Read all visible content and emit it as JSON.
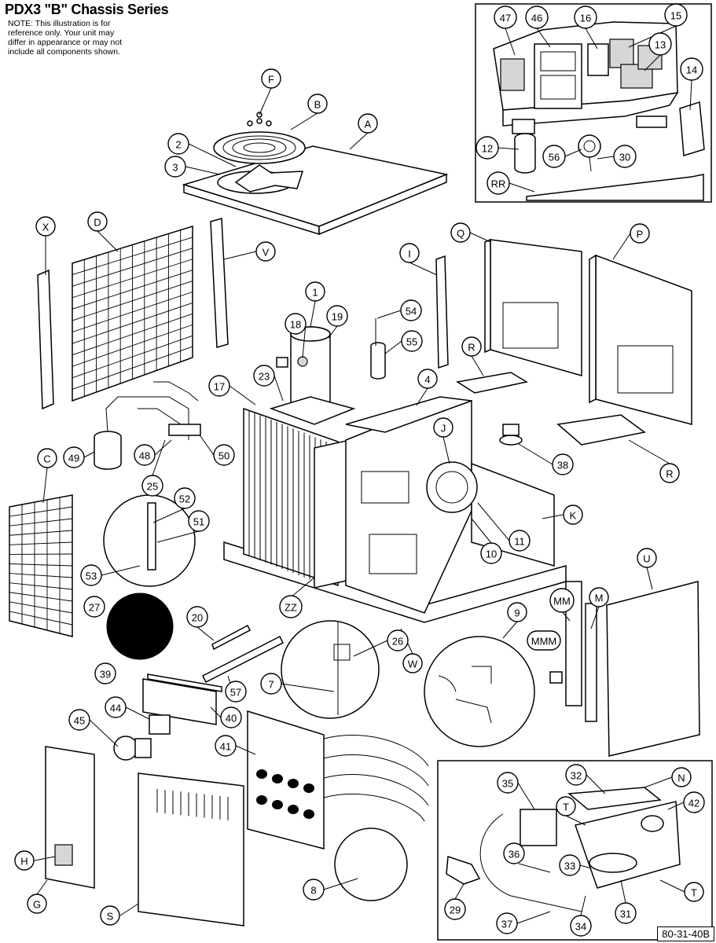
{
  "title": "PDX3 \"B\" Chassis Series",
  "note": [
    "NOTE: This illustration is for",
    "reference only. Your unit may",
    "differ in appearance or may not",
    "include all components shown."
  ],
  "drawing_code": "80-31-40B",
  "callouts": [
    {
      "id": "c-47",
      "label": "47"
    },
    {
      "id": "c-46",
      "label": "46"
    },
    {
      "id": "c-16",
      "label": "16"
    },
    {
      "id": "c-15",
      "label": "15"
    },
    {
      "id": "c-13",
      "label": "13"
    },
    {
      "id": "c-14",
      "label": "14"
    },
    {
      "id": "c-12",
      "label": "12"
    },
    {
      "id": "c-56",
      "label": "56"
    },
    {
      "id": "c-30",
      "label": "30"
    },
    {
      "id": "c-RR",
      "label": "RR"
    },
    {
      "id": "c-F",
      "label": "F"
    },
    {
      "id": "c-B",
      "label": "B"
    },
    {
      "id": "c-A",
      "label": "A"
    },
    {
      "id": "c-2",
      "label": "2"
    },
    {
      "id": "c-3",
      "label": "3"
    },
    {
      "id": "c-X",
      "label": "X"
    },
    {
      "id": "c-D",
      "label": "D"
    },
    {
      "id": "c-V",
      "label": "V"
    },
    {
      "id": "c-I",
      "label": "I"
    },
    {
      "id": "c-Q",
      "label": "Q"
    },
    {
      "id": "c-P",
      "label": "P"
    },
    {
      "id": "c-1",
      "label": "1"
    },
    {
      "id": "c-18",
      "label": "18"
    },
    {
      "id": "c-19",
      "label": "19"
    },
    {
      "id": "c-54",
      "label": "54"
    },
    {
      "id": "c-55",
      "label": "55"
    },
    {
      "id": "c-R1",
      "label": "R"
    },
    {
      "id": "c-R2",
      "label": "R"
    },
    {
      "id": "c-4",
      "label": "4"
    },
    {
      "id": "c-J",
      "label": "J"
    },
    {
      "id": "c-38",
      "label": "38"
    },
    {
      "id": "c-17",
      "label": "17"
    },
    {
      "id": "c-23",
      "label": "23"
    },
    {
      "id": "c-49",
      "label": "49"
    },
    {
      "id": "c-48",
      "label": "48"
    },
    {
      "id": "c-50",
      "label": "50"
    },
    {
      "id": "c-25",
      "label": "25"
    },
    {
      "id": "c-C",
      "label": "C"
    },
    {
      "id": "c-52",
      "label": "52"
    },
    {
      "id": "c-51",
      "label": "51"
    },
    {
      "id": "c-53",
      "label": "53"
    },
    {
      "id": "c-K",
      "label": "K"
    },
    {
      "id": "c-11",
      "label": "11"
    },
    {
      "id": "c-10",
      "label": "10"
    },
    {
      "id": "c-U",
      "label": "U"
    },
    {
      "id": "c-27",
      "label": "27"
    },
    {
      "id": "c-ZZ",
      "label": "ZZ"
    },
    {
      "id": "c-20",
      "label": "20"
    },
    {
      "id": "c-26",
      "label": "26"
    },
    {
      "id": "c-W",
      "label": "W"
    },
    {
      "id": "c-9",
      "label": "9"
    },
    {
      "id": "c-MM",
      "label": "MM"
    },
    {
      "id": "c-M",
      "label": "M"
    },
    {
      "id": "c-MMM",
      "label": "MMM"
    },
    {
      "id": "c-39",
      "label": "39"
    },
    {
      "id": "c-57",
      "label": "57"
    },
    {
      "id": "c-7",
      "label": "7"
    },
    {
      "id": "c-44",
      "label": "44"
    },
    {
      "id": "c-40",
      "label": "40"
    },
    {
      "id": "c-45",
      "label": "45"
    },
    {
      "id": "c-41",
      "label": "41"
    },
    {
      "id": "c-35",
      "label": "35"
    },
    {
      "id": "c-32",
      "label": "32"
    },
    {
      "id": "c-N",
      "label": "N"
    },
    {
      "id": "c-42",
      "label": "42"
    },
    {
      "id": "c-T1",
      "label": "T"
    },
    {
      "id": "c-T2",
      "label": "T"
    },
    {
      "id": "c-H",
      "label": "H"
    },
    {
      "id": "c-36",
      "label": "36"
    },
    {
      "id": "c-33",
      "label": "33"
    },
    {
      "id": "c-8",
      "label": "8"
    },
    {
      "id": "c-29",
      "label": "29"
    },
    {
      "id": "c-31",
      "label": "31"
    },
    {
      "id": "c-34",
      "label": "34"
    },
    {
      "id": "c-37",
      "label": "37"
    },
    {
      "id": "c-G",
      "label": "G"
    },
    {
      "id": "c-S",
      "label": "S"
    }
  ]
}
